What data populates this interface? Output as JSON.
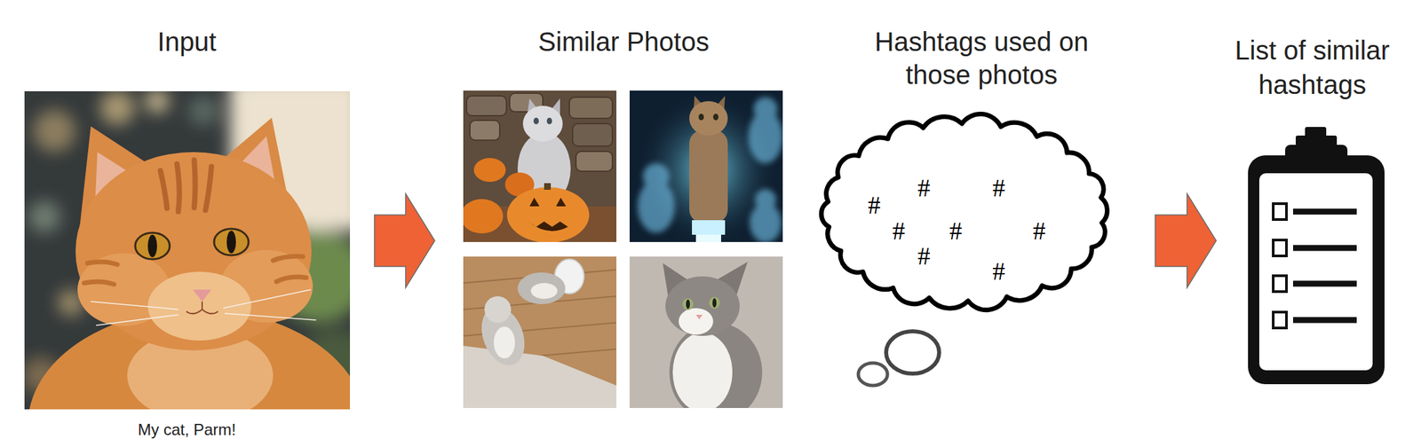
{
  "diagram": {
    "nodes": [
      {
        "text": [
          "Input",
          "My cat, Parm!"
        ]
      },
      {
        "text": [
          "Similar Photos"
        ]
      },
      {
        "text": [
          "Hashtags used on those photos",
          "#",
          "#",
          "#",
          "#",
          "#",
          "#",
          "#",
          "#"
        ]
      },
      {
        "text": [
          "List of similar hashtags"
        ]
      }
    ],
    "edges": [
      {
        "from": 0,
        "to": 1,
        "arrow": "to"
      },
      {
        "from": 2,
        "to": 3,
        "arrow": "to"
      }
    ]
  }
}
